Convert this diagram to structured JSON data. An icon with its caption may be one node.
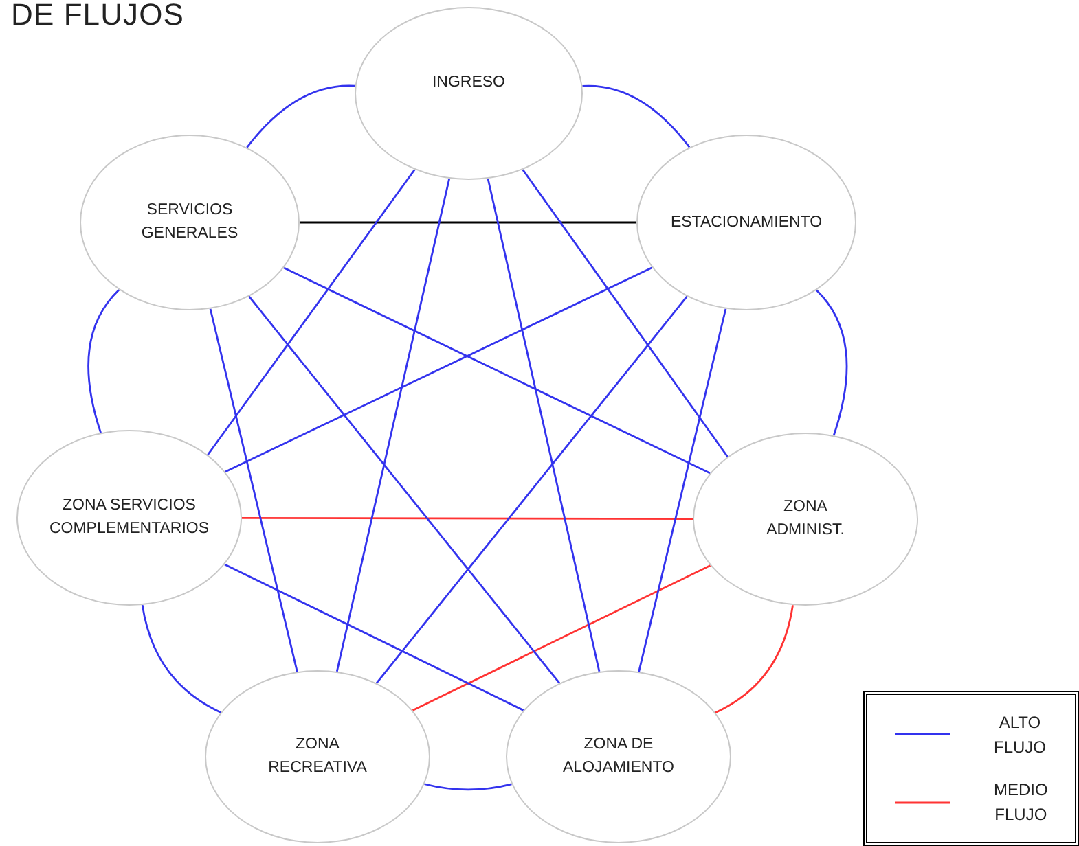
{
  "diagram": {
    "title": "DE FLUJOS",
    "nodes": [
      {
        "text": [
          "INGRESO"
        ]
      },
      {
        "text": [
          "SERVICIOS GENERALES"
        ]
      },
      {
        "text": [
          "ESTACIONAMIENTO"
        ]
      },
      {
        "text": [
          "ZONA SERVICIOS COMPLEMENTARIOS"
        ]
      },
      {
        "text": [
          "ZONA ADMINIST."
        ]
      },
      {
        "text": [
          "ZONA RECREATIVA"
        ]
      },
      {
        "text": [
          "ZONA DE ALOJAMIENTO"
        ]
      }
    ],
    "edges": [
      {
        "from": 0,
        "to": 1,
        "arrow": "none"
      },
      {
        "from": 0,
        "to": 2,
        "arrow": "none"
      },
      {
        "from": 1,
        "to": 3,
        "arrow": "none"
      },
      {
        "from": 2,
        "to": 4,
        "arrow": "none"
      },
      {
        "from": 3,
        "to": 5,
        "arrow": "none"
      },
      {
        "from": 5,
        "to": 6,
        "arrow": "none"
      },
      {
        "from": 4,
        "to": 6,
        "arrow": "none",
        "color": "#ff3333"
      },
      {
        "from": 1,
        "to": 2,
        "arrow": "none",
        "color": "#000000"
      },
      {
        "from": 3,
        "to": 4,
        "arrow": "none",
        "color": "#ff3333"
      },
      {
        "from": 5,
        "to": 4,
        "arrow": "none",
        "color": "#ff3333"
      },
      {
        "from": 0,
        "to": 3,
        "arrow": "none"
      },
      {
        "from": 0,
        "to": 5,
        "arrow": "none"
      },
      {
        "from": 0,
        "to": 6,
        "arrow": "none"
      },
      {
        "from": 0,
        "to": 4,
        "arrow": "none"
      },
      {
        "from": 1,
        "to": 4,
        "arrow": "none"
      },
      {
        "from": 1,
        "to": 5,
        "arrow": "none"
      },
      {
        "from": 1,
        "to": 6,
        "arrow": "none"
      },
      {
        "from": 2,
        "to": 3,
        "arrow": "none"
      },
      {
        "from": 2,
        "to": 5,
        "arrow": "none"
      },
      {
        "from": 2,
        "to": 6,
        "arrow": "none"
      },
      {
        "from": 3,
        "to": 6,
        "arrow": "none"
      }
    ],
    "legend": [
      {
        "text": "ALTO FLUJO",
        "color": "#3333ee"
      },
      {
        "text": "MEDIO FLUJO",
        "color": "#ff3333"
      }
    ]
  }
}
